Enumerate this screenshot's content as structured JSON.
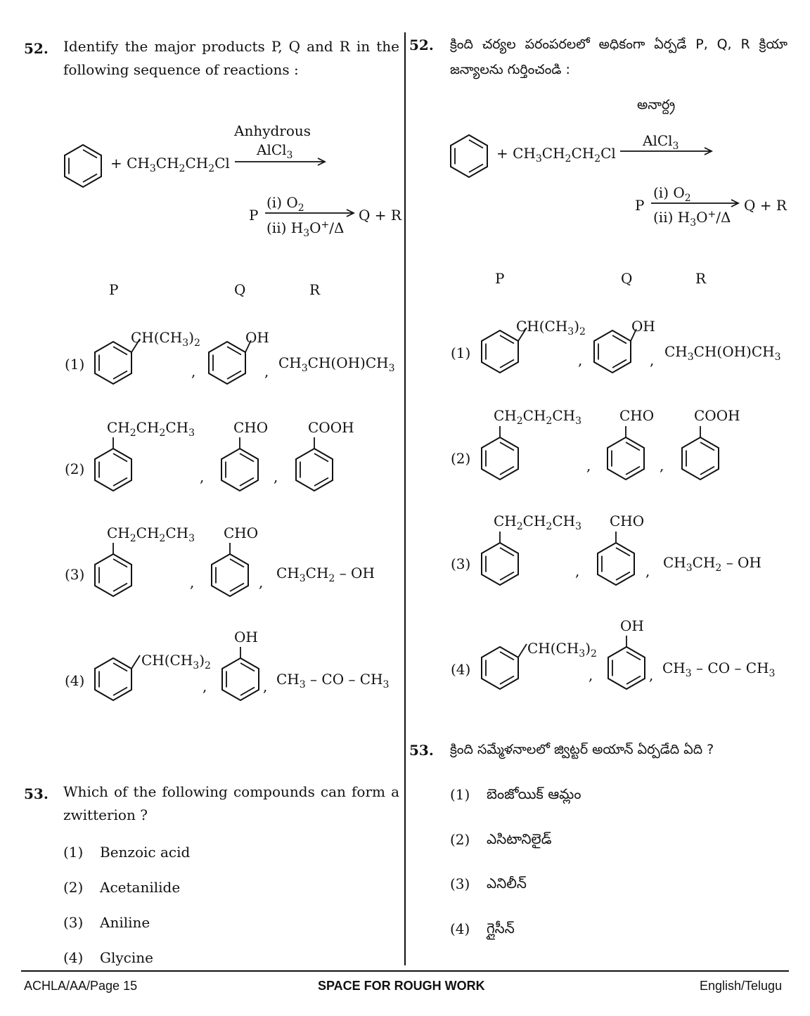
{
  "left": {
    "q52": {
      "num": "52.",
      "text": "Identify the major products P, Q and R in the following sequence of reactions :",
      "reagent_top": "Anhydrous",
      "reagent": "AlCl3",
      "reactant": "+ CH3CH2CH2Cl",
      "step2_start": "P",
      "step2_top": "(i) O2",
      "step2_bottom": "(ii) H3O+/Δ",
      "step2_product": "Q + R",
      "headers": [
        "P",
        "Q",
        "R"
      ],
      "options": [
        {
          "num": "(1)",
          "p": "CH(CH3)2",
          "q": "OH",
          "r": "CH3CH(OH)CH3"
        },
        {
          "num": "(2)",
          "p": "CH2CH2CH3",
          "q": "CHO",
          "r": "COOH"
        },
        {
          "num": "(3)",
          "p": "CH2CH2CH3",
          "q": "CHO",
          "r": "CH3CH2 – OH"
        },
        {
          "num": "(4)",
          "p": "CH(CH3)2",
          "q": "OH",
          "r": "CH3 – CO – CH3"
        }
      ]
    },
    "q53": {
      "num": "53.",
      "text": "Which of the following compounds can form a zwitterion ?",
      "options": [
        {
          "num": "(1)",
          "text": "Benzoic acid"
        },
        {
          "num": "(2)",
          "text": "Acetanilide"
        },
        {
          "num": "(3)",
          "text": "Aniline"
        },
        {
          "num": "(4)",
          "text": "Glycine"
        }
      ]
    }
  },
  "right": {
    "q52": {
      "num": "52.",
      "text": "క్రింది చర్యల పరంపరలలో అధికంగా ఏర్పడే P, Q, R క్రియా జన్యాలను గుర్తించండి :",
      "reagent_top": "అనార్ద్ర",
      "reagent": "AlCl3",
      "reactant": "+ CH3CH2CH2Cl",
      "step2_start": "P",
      "step2_top": "(i) O2",
      "step2_bottom": "(ii) H3O+/Δ",
      "step2_product": "Q + R",
      "headers": [
        "P",
        "Q",
        "R"
      ],
      "options": [
        {
          "num": "(1)",
          "p": "CH(CH3)2",
          "q": "OH",
          "r": "CH3CH(OH)CH3"
        },
        {
          "num": "(2)",
          "p": "CH2CH2CH3",
          "q": "CHO",
          "r": "COOH"
        },
        {
          "num": "(3)",
          "p": "CH2CH2CH3",
          "q": "CHO",
          "r": "CH3CH2 – OH"
        },
        {
          "num": "(4)",
          "p": "CH(CH3)2",
          "q": "OH",
          "r": "CH3 – CO – CH3"
        }
      ]
    },
    "q53": {
      "num": "53.",
      "text": "క్రింది సమ్మేళనాలలో జ్విట్టర్ అయాన్ ఏర్పడేది ఏది ?",
      "options": [
        {
          "num": "(1)",
          "text": "బెంజోయిక్ ఆమ్లం"
        },
        {
          "num": "(2)",
          "text": "ఎసిటానిలైడ్"
        },
        {
          "num": "(3)",
          "text": "ఎనిలీన్"
        },
        {
          "num": "(4)",
          "text": "గ్లైసీన్"
        }
      ]
    }
  },
  "comma": ",",
  "footer": {
    "left": "ACHLA/AA/Page 15",
    "center": "SPACE FOR ROUGH WORK",
    "right": "English/Telugu"
  }
}
